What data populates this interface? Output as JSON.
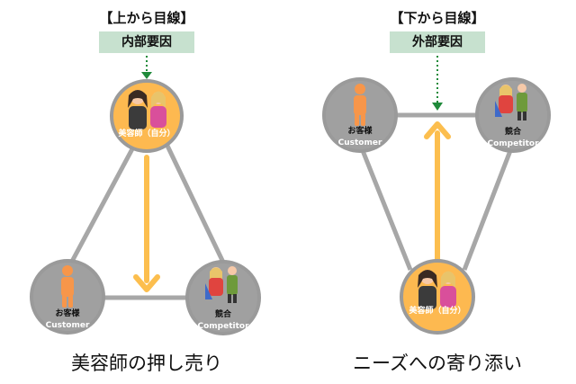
{
  "left": {
    "heading": "【上から目線】",
    "factor": "内部要因",
    "self": {
      "line1": "美容師（自分）"
    },
    "customer": {
      "line1": "お客様",
      "line2": "Customer"
    },
    "competitor": {
      "line1": "競合",
      "line2": "Competitor"
    },
    "caption": "美容師の押し売り"
  },
  "right": {
    "heading": "【下から目線】",
    "factor": "外部要因",
    "self": {
      "line1": "美容師（自分）"
    },
    "customer": {
      "line1": "お客様",
      "line2": "Customer"
    },
    "competitor": {
      "line1": "競合",
      "line2": "Competitor"
    },
    "caption": "ニーズへの寄り添い"
  },
  "colors": {
    "edge": "#a7a7a7",
    "node_border": "#9a9a9a",
    "node_gray": "#a0a0a0",
    "node_orange": "#fdb950",
    "arrow_orange": "#fcbe4e",
    "arrow_green": "#1f8a3a",
    "factor_bg": "#c7e1cf"
  }
}
